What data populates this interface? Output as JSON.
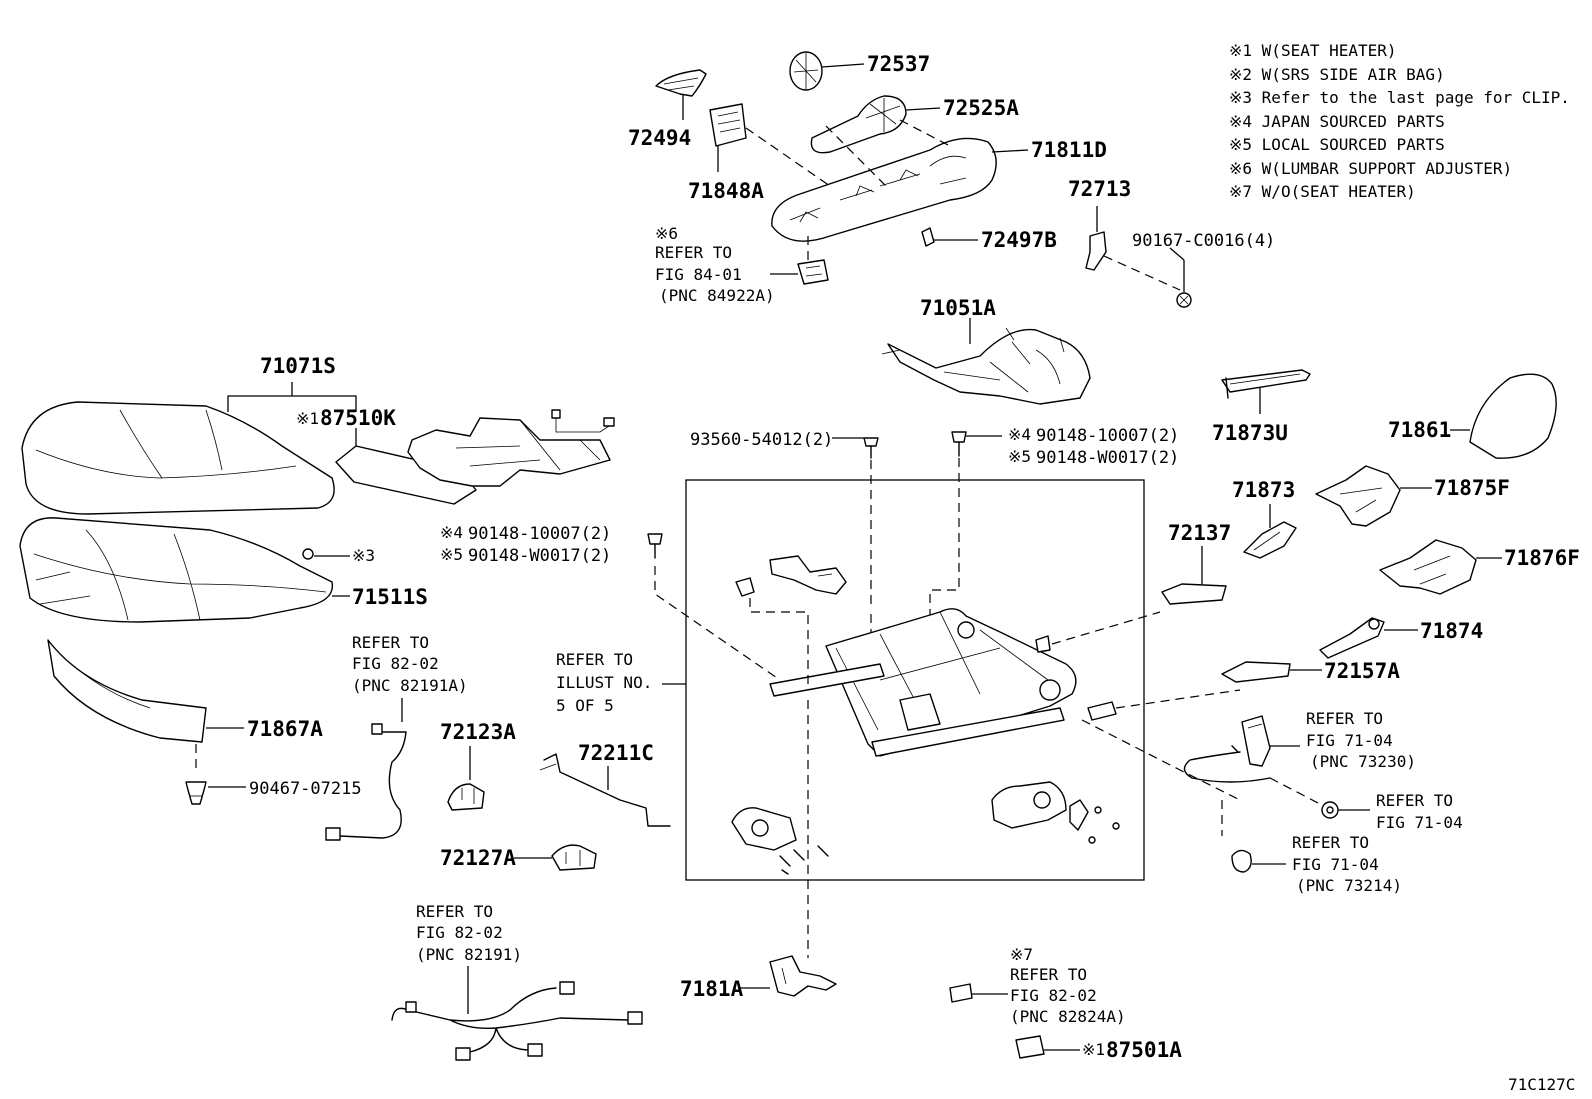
{
  "legend": [
    "※1 W(SEAT HEATER)",
    "※2 W(SRS SIDE AIR BAG)",
    "※3 Refer to the last page for CLIP.",
    "※4 JAPAN SOURCED PARTS",
    "※5 LOCAL SOURCED PARTS",
    "※6 W(LUMBAR SUPPORT ADJUSTER)",
    "※7 W/O(SEAT HEATER)"
  ],
  "parts": {
    "p72537": "72537",
    "p72525A": "72525A",
    "p72494": "72494",
    "p71811D": "71811D",
    "p71848A": "71848A",
    "p72713": "72713",
    "p90167": "90167-C0016(4)",
    "p72497B": "72497B",
    "p71051A": "71051A",
    "p71071S": "71071S",
    "p87510K": "87510K",
    "p93560": "93560-54012(2)",
    "p90148a": "90148-10007(2)",
    "p90148b": "90148-W0017(2)",
    "p90148c": "90148-10007(2)",
    "p90148d": "90148-W0017(2)",
    "p71873U": "71873U",
    "p71861": "71861",
    "p71873": "71873",
    "p71875F": "71875F",
    "p72137": "72137",
    "p71876F": "71876F",
    "p71511S": "71511S",
    "p71874": "71874",
    "p72157A": "72157A",
    "p71867A": "71867A",
    "p72123A": "72123A",
    "p72211C": "72211C",
    "p90467": "90467-07215",
    "p72127A": "72127A",
    "p7181A": "7181A",
    "p87501A": "87501A"
  },
  "marks": {
    "m1a": "※1",
    "m3": "※3",
    "m4a": "※4",
    "m5a": "※5",
    "m4b": "※4",
    "m5b": "※5",
    "m6": "※6",
    "m7": "※7",
    "m1b": "※1"
  },
  "refs": {
    "r84_1": "REFER TO",
    "r84_2": "FIG 84-01",
    "r84_3": "(PNC 84922A)",
    "r82a_1": "REFER TO",
    "r82a_2": "FIG 82-02",
    "r82a_3": "(PNC 82191A)",
    "rill_1": "REFER TO",
    "rill_2": "ILLUST NO.",
    "rill_3": "5 OF 5",
    "r71a_1": "REFER TO",
    "r71a_2": "FIG 71-04",
    "r71a_3": "(PNC 73230)",
    "r71b_1": "REFER TO",
    "r71b_2": "FIG 71-04",
    "r71c_1": "REFER TO",
    "r71c_2": "FIG 71-04",
    "r71c_3": "(PNC 73214)",
    "r82b_1": "REFER TO",
    "r82b_2": "FIG 82-02",
    "r82b_3": "(PNC 82191)",
    "r82c_1": "REFER TO",
    "r82c_2": "FIG 82-02",
    "r82c_3": "(PNC 82824A)"
  },
  "figure_code": "71C127C"
}
